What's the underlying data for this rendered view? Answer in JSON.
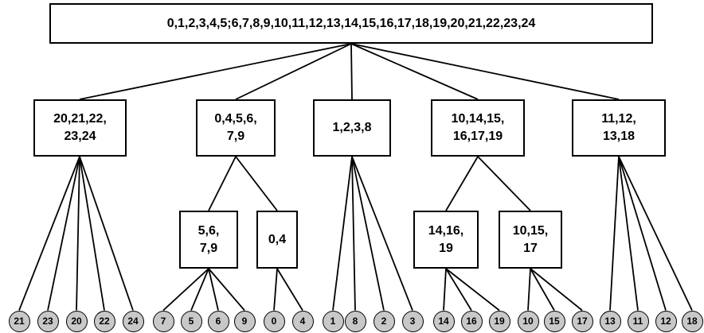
{
  "root": {
    "label": "0,1,2,3,4,5;6,7,8,9,10,11,12,13,14,15,16,17,18,19,20,21,22,23,24"
  },
  "level1": [
    {
      "id": "a",
      "label": "20,21,22,\n23,24"
    },
    {
      "id": "b",
      "label": "0,4,5,6,\n7,9"
    },
    {
      "id": "c",
      "label": "1,2,3,8"
    },
    {
      "id": "d",
      "label": "10,14,15,\n16,17,19"
    },
    {
      "id": "e",
      "label": "11,12,\n13,18"
    }
  ],
  "level2": [
    {
      "id": "b1",
      "label": "5,6,\n7,9"
    },
    {
      "id": "b2",
      "label": "0,4"
    },
    {
      "id": "d1",
      "label": "14,16,\n19"
    },
    {
      "id": "d2",
      "label": "10,15,\n17"
    }
  ],
  "leaves": [
    "21",
    "23",
    "20",
    "22",
    "24",
    "7",
    "5",
    "6",
    "9",
    "0",
    "4",
    "1",
    "8",
    "2",
    "3",
    "14",
    "16",
    "19",
    "10",
    "15",
    "17",
    "13",
    "11",
    "12",
    "18"
  ],
  "colors": {
    "line": "#000000",
    "box_fill": "#ffffff",
    "leaf_fill": "#c8c8c8"
  }
}
